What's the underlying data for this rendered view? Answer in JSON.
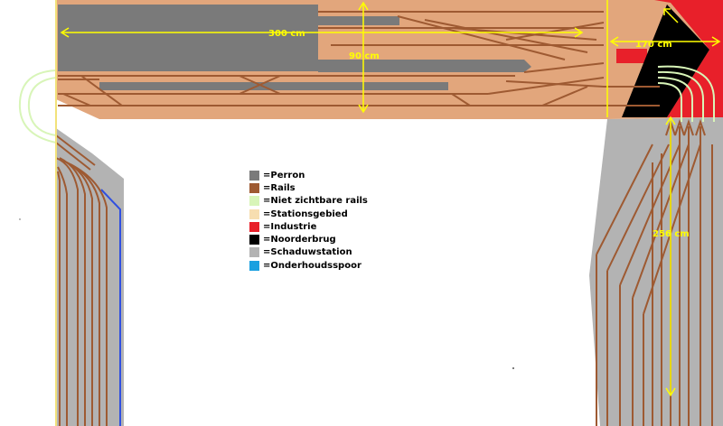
{
  "legend": [
    {
      "label": "=Perron",
      "color": "#7a7a7a"
    },
    {
      "label": "=Rails",
      "color": "#9e5a32"
    },
    {
      "label": "=Niet zichtbare rails",
      "color": "#d8f5b8"
    },
    {
      "label": "=Stationsgebied",
      "color": "#f7deb0"
    },
    {
      "label": "=Industrie",
      "color": "#e8202a"
    },
    {
      "label": "=Noorderbrug",
      "color": "#000000"
    },
    {
      "label": "=Schaduwstation",
      "color": "#b3b3b3"
    },
    {
      "label": "=Onderhoudsspoor",
      "color": "#1aa0e0"
    }
  ],
  "dimensions": {
    "width_main": "300 cm",
    "depth_main": "90 cm",
    "width_right": "170 cm",
    "depth_right": "256 cm"
  },
  "colors": {
    "station_area": "#e2a67c",
    "platform": "#7a7a7a",
    "rails": "#9e5a32",
    "hidden_rails": "#d8f5b8",
    "industry": "#e8202a",
    "bridge": "#000000",
    "shadow_station": "#b3b3b3",
    "maintenance": "#3050e0",
    "dimension": "#ffff00"
  }
}
